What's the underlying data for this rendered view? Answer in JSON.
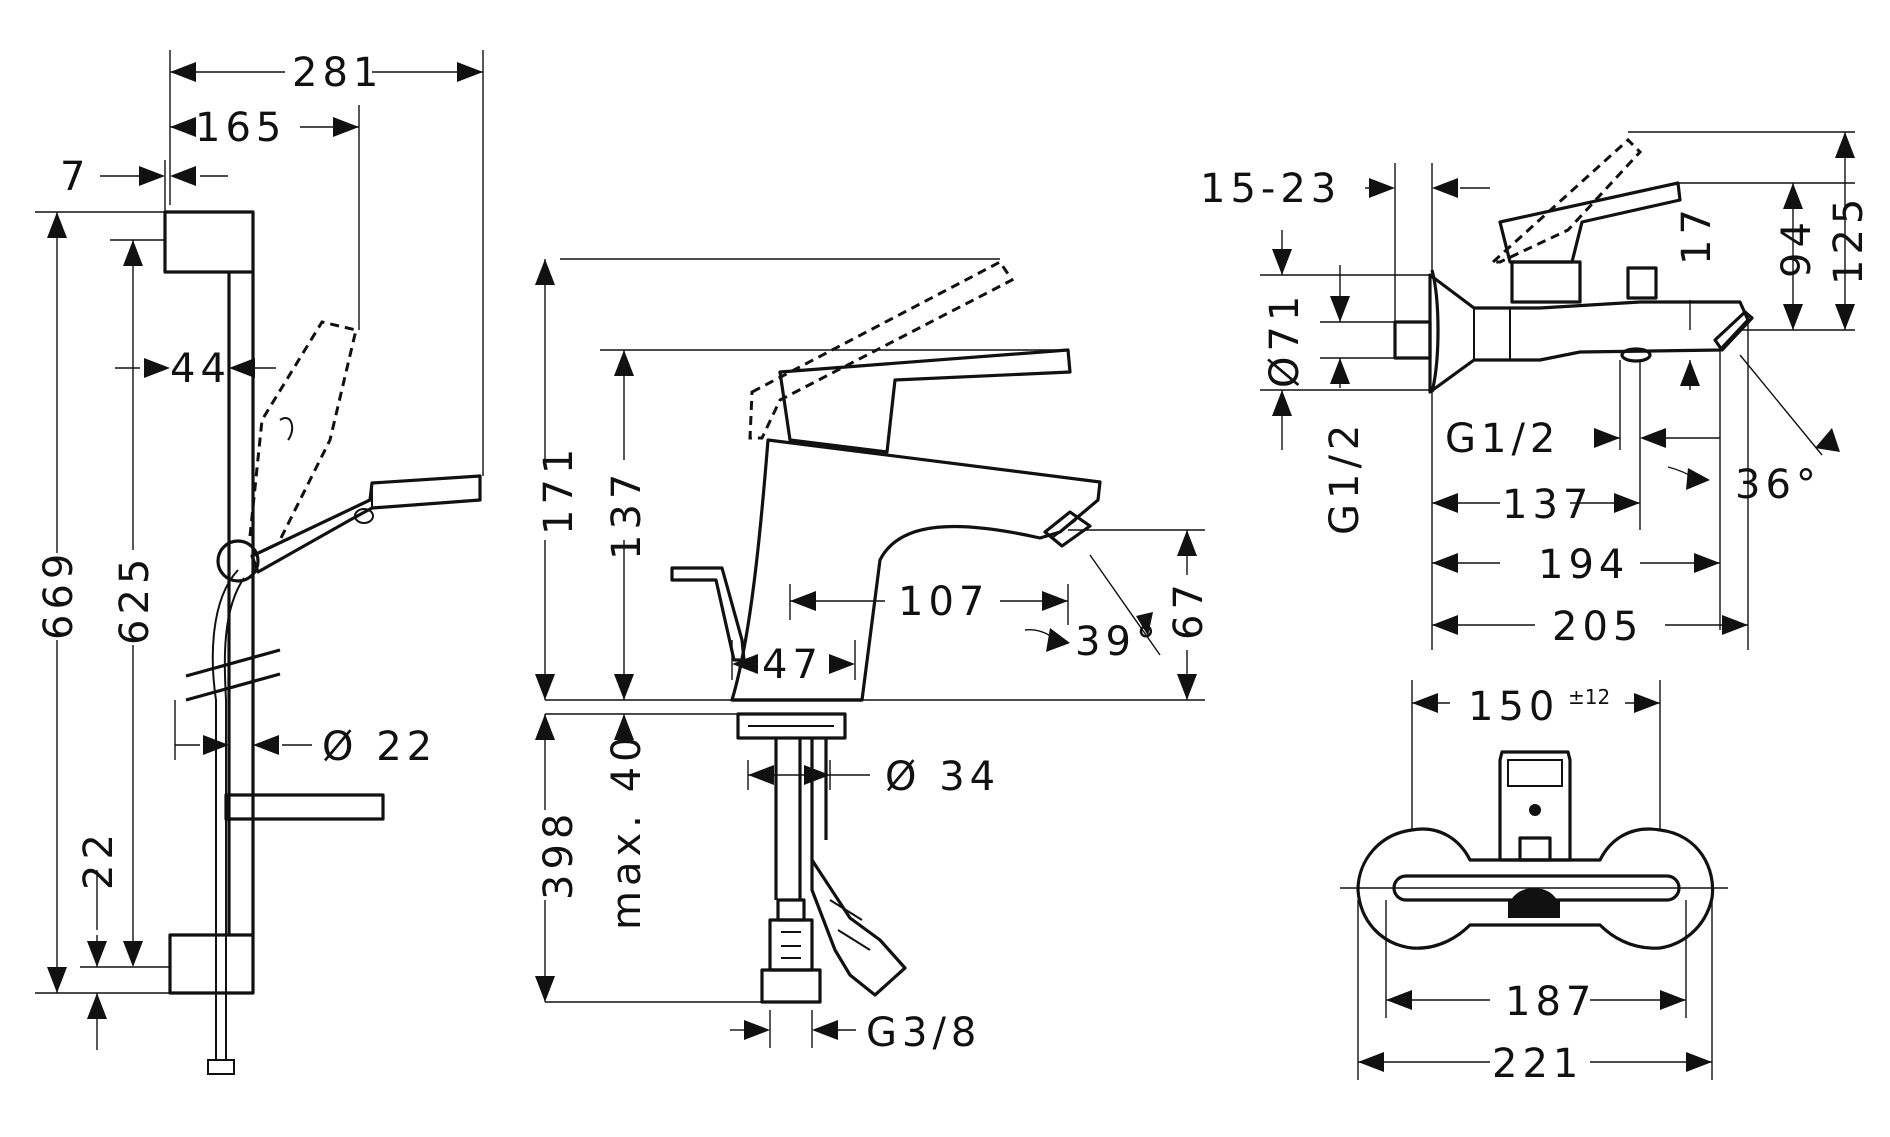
{
  "shower_rail": {
    "dims": {
      "total_width": "281",
      "handshower_offset": "165",
      "bracket_offset": "7",
      "bar_width": "44",
      "total_height": "669",
      "bar_height": "625",
      "bar_diameter": "Ø 22",
      "bottom_offset": "22"
    }
  },
  "basin_mixer": {
    "dims": {
      "max_height": "171",
      "height": "137",
      "spout_projection": "107",
      "spout_angle": "39°",
      "spout_height": "67",
      "body_width": "47",
      "shank_diameter": "Ø 34",
      "hose_length": "398",
      "max_thickness": "max. 40",
      "connection": "G3/8"
    }
  },
  "bath_mixer": {
    "side_dims": {
      "wall_adjust": "15-23",
      "height_total": "125",
      "height_handle": "94",
      "handle_gap": "17",
      "diameter": "Ø71",
      "connection": "G1/2",
      "outlet_thread": "G1/2",
      "length_137": "137",
      "length_194": "194",
      "length_205": "205",
      "outlet_angle": "36°"
    },
    "front_dims": {
      "centres": "150",
      "tolerance": "±12",
      "width_187": "187",
      "width_221": "221"
    }
  }
}
